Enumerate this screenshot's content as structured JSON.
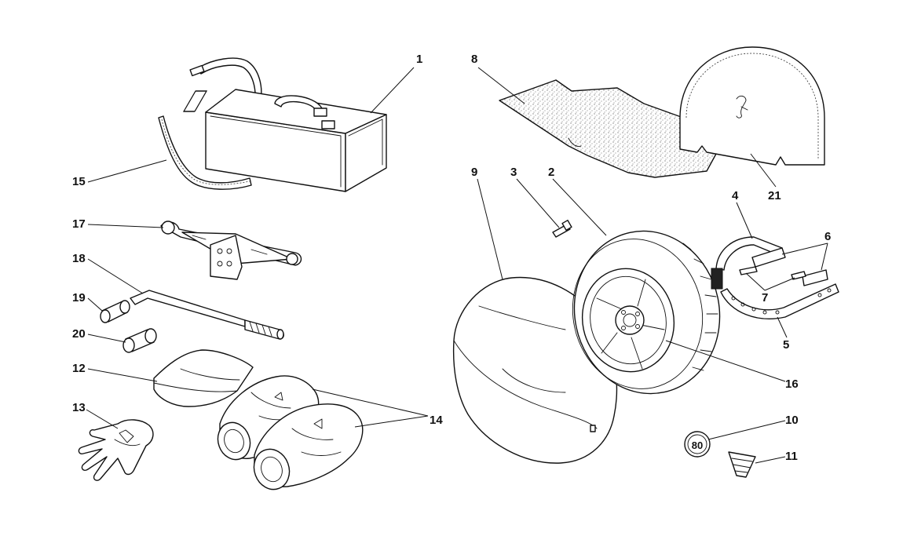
{
  "callouts": {
    "c1": "1",
    "c2": "2",
    "c3": "3",
    "c4": "4",
    "c5": "5",
    "c6": "6",
    "c7": "7",
    "c8": "8",
    "c9": "9",
    "c10": "10",
    "c11": "11",
    "c12": "12",
    "c13": "13",
    "c14": "14",
    "c15": "15",
    "c16": "16",
    "c17": "17",
    "c18": "18",
    "c19": "19",
    "c20": "20",
    "c21": "21"
  },
  "badge": {
    "value": "80"
  },
  "icons": [
    "tool-bag-icon",
    "wheel-icon",
    "jack-icon",
    "glove-icon",
    "cover-icon",
    "strap-icon",
    "prancing-horse-logo"
  ]
}
